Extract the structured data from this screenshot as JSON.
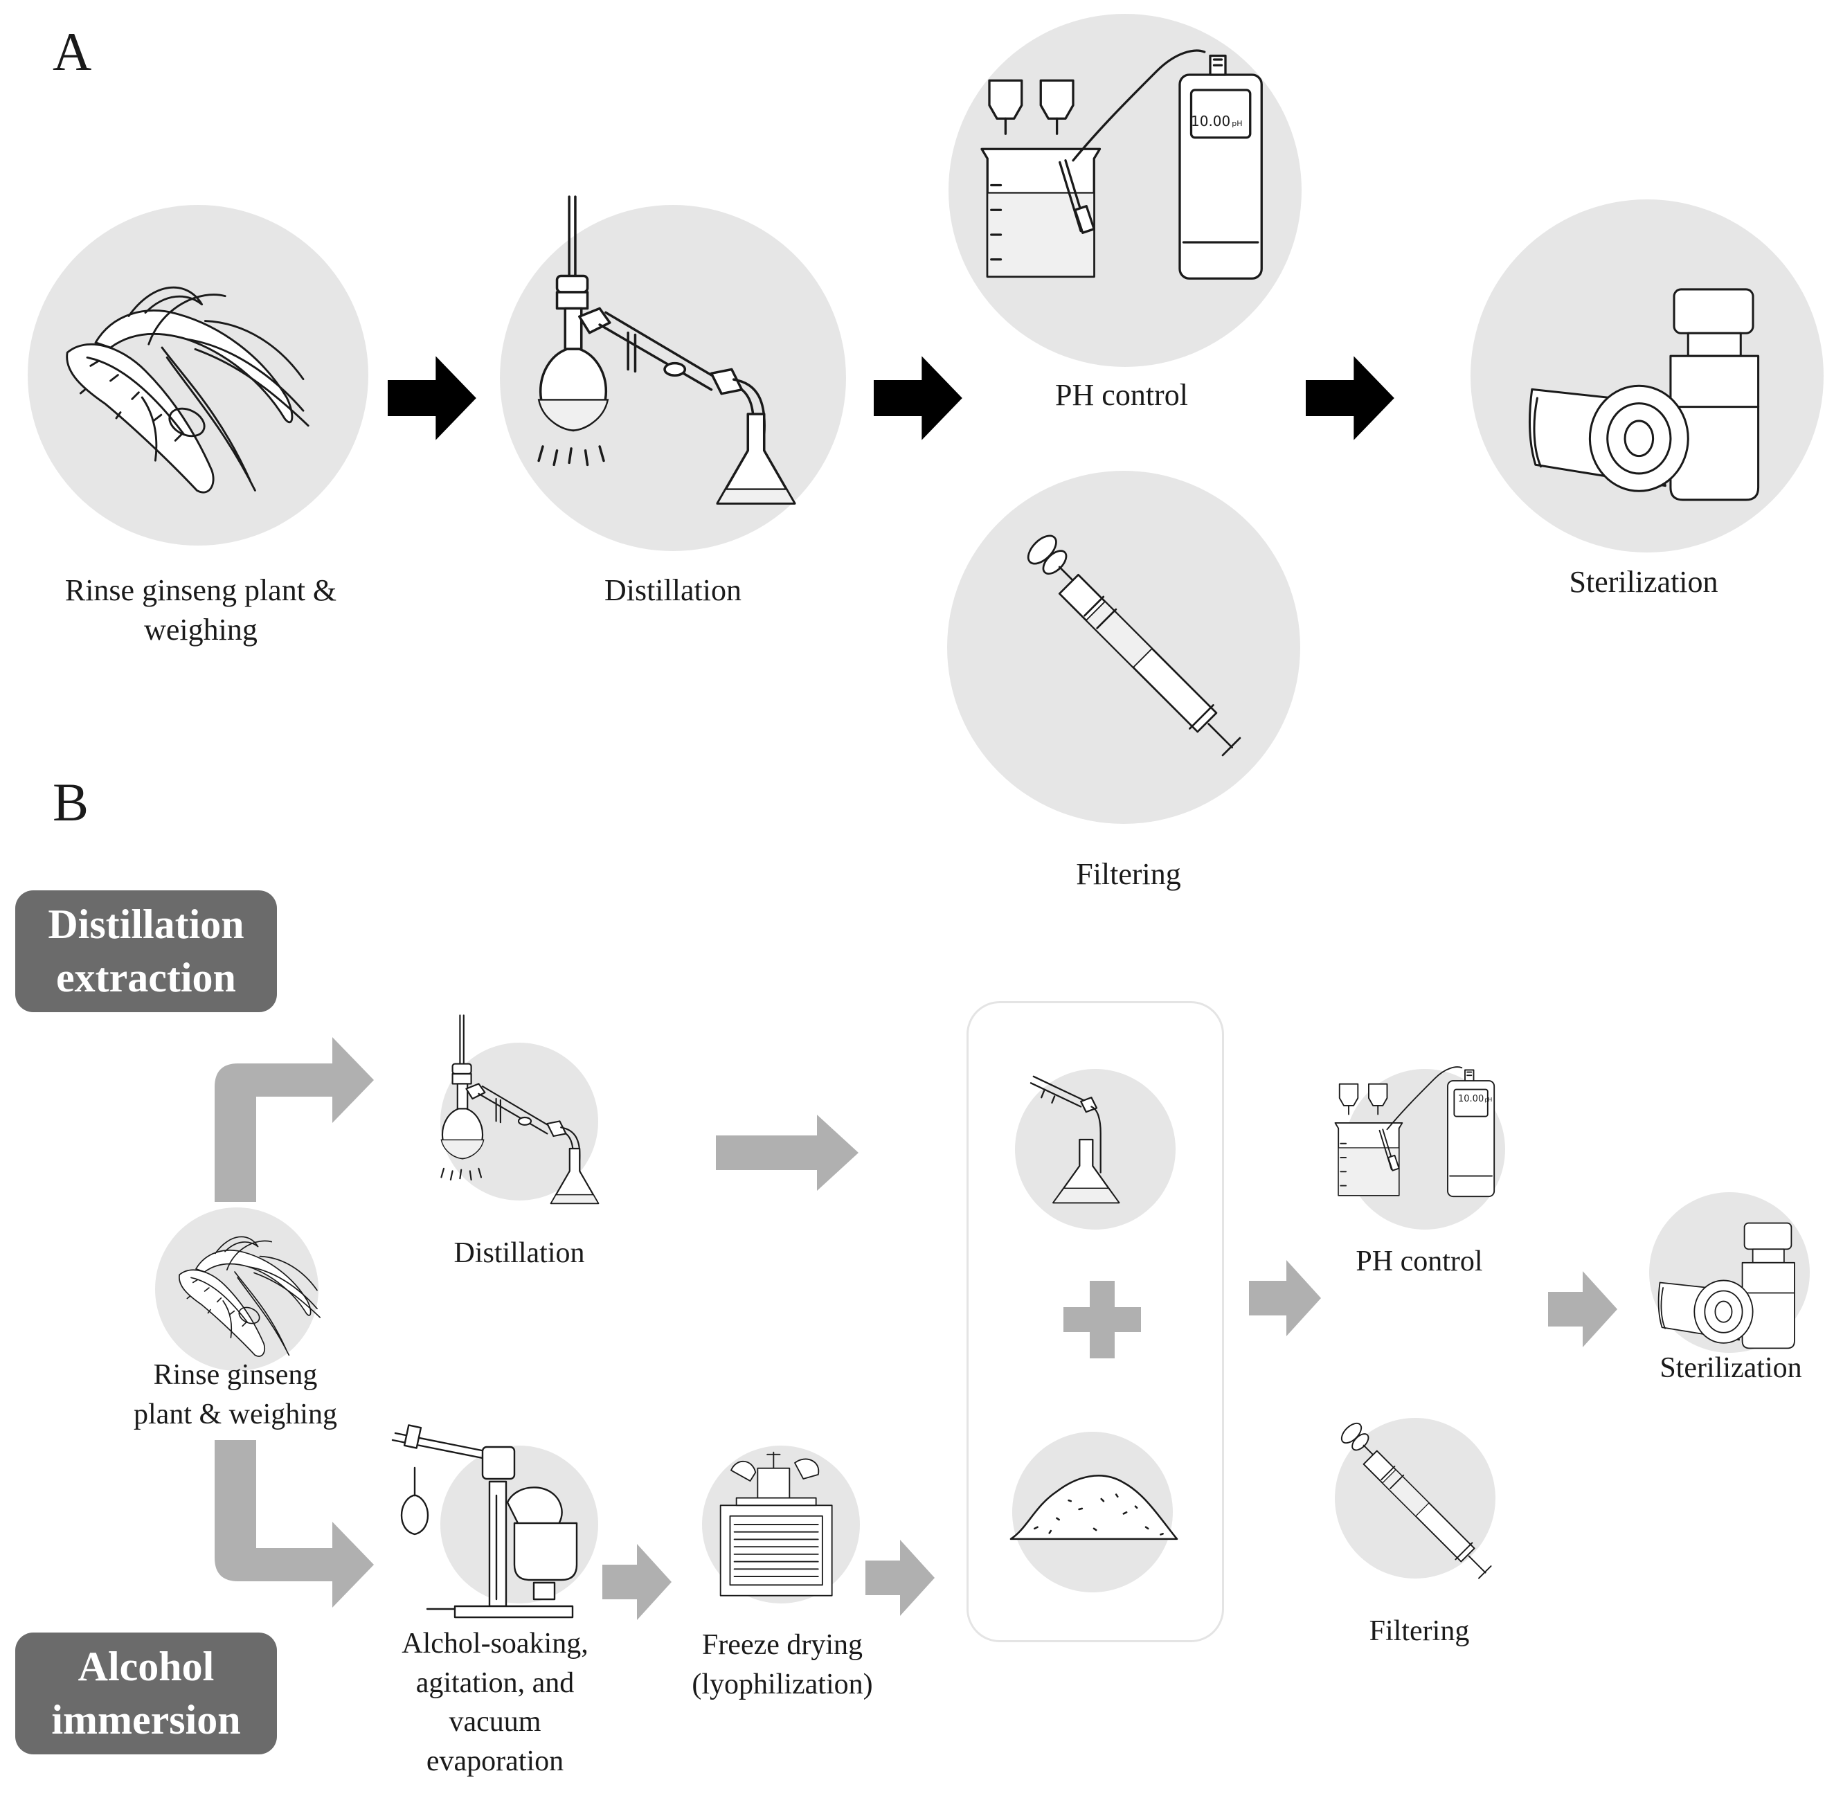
{
  "panel_a": {
    "letter": "A",
    "steps": {
      "rinse": "Rinse ginseng plant &\nweighing",
      "distillation": "Distillation",
      "ph_control": "PH control",
      "ph_meter_reading": "10.00",
      "ph_meter_unit": "pH",
      "filtering": "Filtering",
      "sterilization": "Sterilization"
    }
  },
  "panel_b": {
    "letter": "B",
    "tags": {
      "distillation_extraction": "Distillation\nextraction",
      "alcohol_immersion": "Alcohol\nimmersion"
    },
    "steps": {
      "rinse": "Rinse ginseng\nplant & weighing",
      "distillation": "Distillation",
      "alcohol_soaking": "Alchol-soaking,\nagitation, and\nvacuum\nevaporation",
      "freeze_drying": "Freeze drying\n(lyophilization)",
      "ph_control": "PH control",
      "ph_meter_reading": "10.00",
      "ph_meter_unit": "pH",
      "filtering": "Filtering",
      "sterilization": "Sterilization"
    }
  },
  "colors": {
    "disc": "#e6e6e6",
    "arrow": "#b0b0b0",
    "tag_background": "#6b6b6b",
    "tag_text": "#ffffff",
    "line_art": "#1a1a1a",
    "combine_box_border": "#e4e4e4"
  },
  "icons": [
    "ginseng-root-icon",
    "distillation-apparatus-icon",
    "ph-meter-icon",
    "syringe-filter-icon",
    "vial-icon",
    "rotary-evaporator-icon",
    "freeze-dryer-icon",
    "collection-flask-icon",
    "powder-pile-icon",
    "plus-icon"
  ]
}
